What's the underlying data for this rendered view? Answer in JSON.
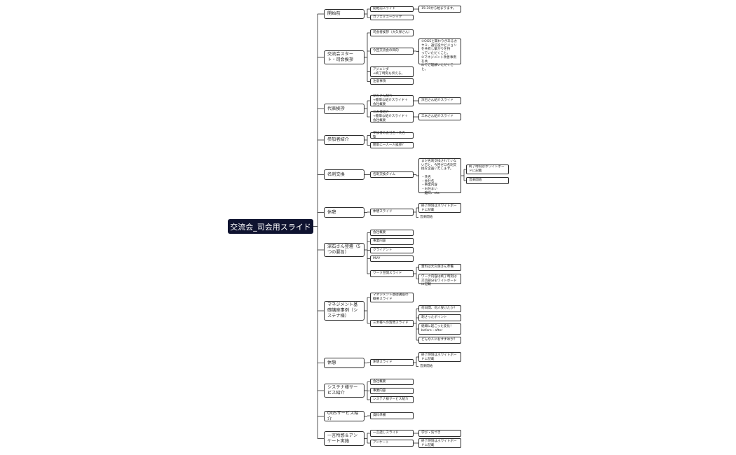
{
  "root": "交流会_司会用スライド",
  "colors": {
    "line": "#2b2b2b",
    "root_bg": "#0f1330",
    "root_text": "#ffffff",
    "node_border": "#2b2b2b"
  },
  "branches": [
    {
      "label": "開始前",
      "children": [
        {
          "label": "開始前スライド",
          "children": [
            {
              "label": "15:30から始まります。"
            }
          ]
        },
        {
          "label": "カフェミュージック"
        }
      ]
    },
    {
      "label": "交流会スタート・司会挨拶",
      "children": [
        {
          "label": "司会者挨拶（大久保さん）"
        },
        {
          "label": "今回交流会の目的",
          "children": [
            {
              "label": "①OGSと関わりがあるカヤミ、通信役やビジョンを共有し繋がりを持\nっていただくこと。\n②マネジメント改善事例を共\nめてご理解いただくこと。"
            }
          ]
        },
        {
          "label": "アジェンダ\n⇒終了時刻も伝える。"
        },
        {
          "label": "注意事項"
        }
      ]
    },
    {
      "label": "代表挨拶",
      "children": [
        {
          "label": "深石さん紹介\n→簡単な紹介スライド＋会社概要",
          "children": [
            {
              "label": "深石さん紹介スライド"
            }
          ]
        },
        {
          "label": "三木様紹介\n→簡単な紹介スライド＋会社概要",
          "children": [
            {
              "label": "三木さん紹介スライド"
            }
          ]
        }
      ]
    },
    {
      "label": "参加者紹介",
      "children": [
        {
          "label": "参加者の会社名＋氏名一覧"
        },
        {
          "label": "簡単に一人一人挨拶？"
        }
      ]
    },
    {
      "label": "名刺交換",
      "children": [
        {
          "label": "名刺交換タイム",
          "children": [
            {
              "label": "まだ名刺交換されていない方と、今回ゼロ名刺交換を企画いたします。\n\n・氏名\n・会社名\n・事業内容\n・お住まい\n・趣味、etc.",
              "children": [
                {
                  "label": "終了時刻はホワイトボードに記載"
                },
                {
                  "label": "音楽開始"
                }
              ]
            }
          ]
        }
      ]
    },
    {
      "label": "休憩",
      "children": [
        {
          "label": "休憩スライド",
          "children": [
            {
              "label": "終了時刻はホワイトボードに記載"
            },
            {
              "label": "音楽開始",
              "plain": true
            }
          ]
        }
      ]
    },
    {
      "label": "深石さん登壇（5つの要旨）",
      "children": [
        {
          "label": "会社概要"
        },
        {
          "label": "事業内容"
        },
        {
          "label": "クライアント"
        },
        {
          "label": "MVV"
        },
        {
          "label": "ワーク翌開スライド",
          "children": [
            {
              "label": "資料は大久保さん準備"
            },
            {
              "label": "ワーク内容は終了時刻は交流部分をワイトボードに記載"
            }
          ]
        }
      ]
    },
    {
      "label": "マネジメント基礎講座事例（システナ様）",
      "children": [
        {
          "label": "マネジメント基礎講座の概要スライド"
        },
        {
          "label": "三木様への質問スライド",
          "children": [
            {
              "label": "何日間、何人受けたか？"
            },
            {
              "label": "刺さったポイント"
            },
            {
              "label": "組織に起こった変化！\nbefore・after"
            },
            {
              "label": "どんな人におすすめか？"
            }
          ]
        }
      ]
    },
    {
      "label": "休憩",
      "children": [
        {
          "label": "休憩スライド",
          "children": [
            {
              "label": "終了時刻はホワイトボードに記載"
            },
            {
              "label": "音楽開始",
              "plain": true
            }
          ]
        }
      ]
    },
    {
      "label": "システナ様サービス紹介",
      "children": [
        {
          "label": "会社概要"
        },
        {
          "label": "事業内容"
        },
        {
          "label": "システナ様サービス紹介"
        }
      ]
    },
    {
      "label": "OGSサービス紹介",
      "children": [
        {
          "label": "資料準備"
        }
      ]
    },
    {
      "label": "一言所感＆アンケート実施",
      "children": [
        {
          "label": "一言話しスライド",
          "children": [
            {
              "label": "学び・気づき"
            }
          ]
        },
        {
          "label": "アンケート",
          "children": [
            {
              "label": "終了時刻はホワイトボードに記載"
            }
          ]
        }
      ]
    }
  ]
}
